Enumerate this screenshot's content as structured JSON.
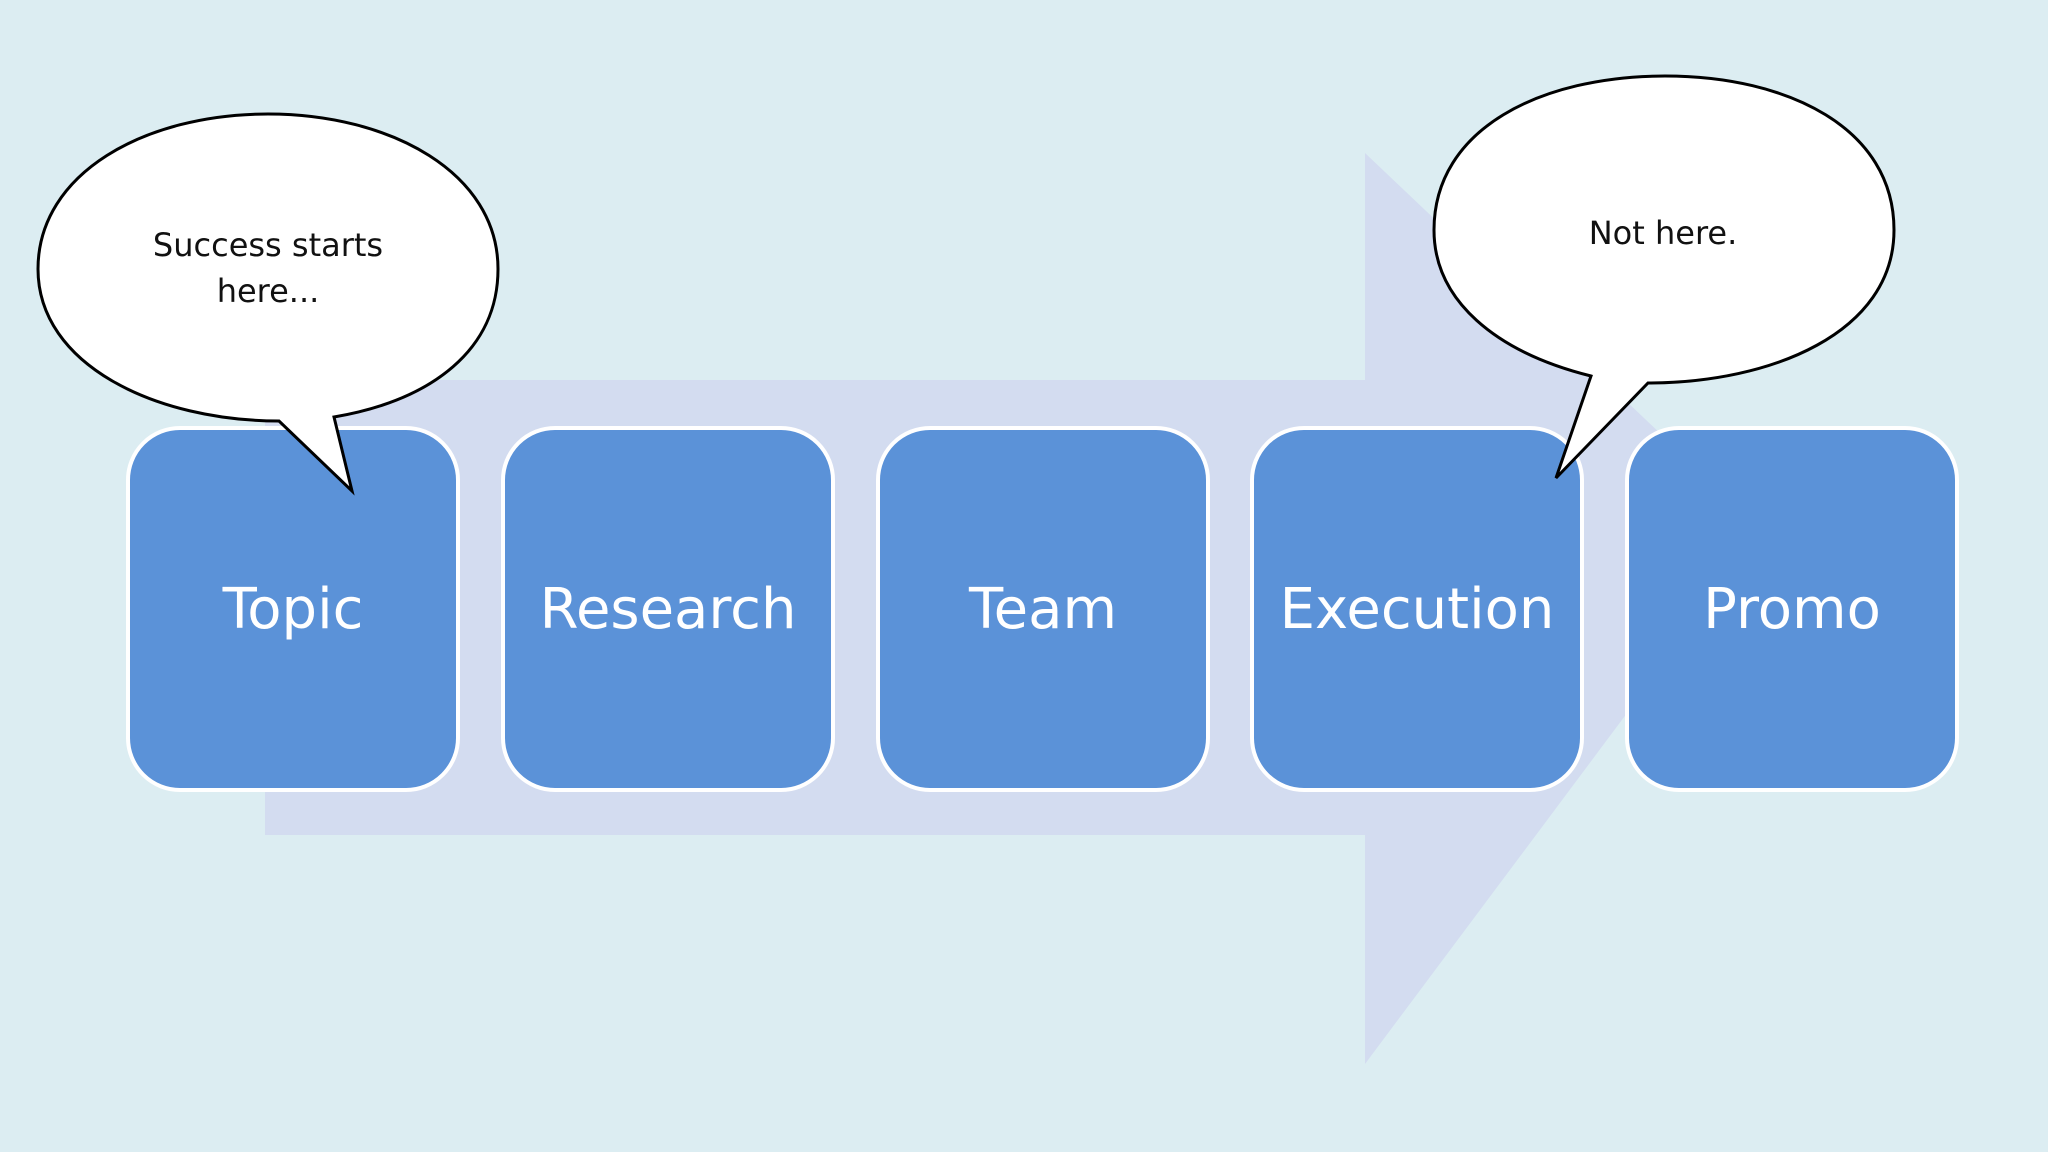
{
  "colors": {
    "background": "#dcedf2",
    "arrow": "#d3dcf0",
    "stage_fill": "#5b92d8",
    "stage_border": "#ffffff",
    "bubble_fill": "#ffffff",
    "bubble_stroke": "#000000"
  },
  "process": {
    "stages": [
      {
        "label": "Topic"
      },
      {
        "label": "Research"
      },
      {
        "label": "Team"
      },
      {
        "label": "Execution"
      },
      {
        "label": "Promo"
      }
    ]
  },
  "callouts": [
    {
      "text": "Success starts\nhere..."
    },
    {
      "text": "Not here."
    }
  ]
}
